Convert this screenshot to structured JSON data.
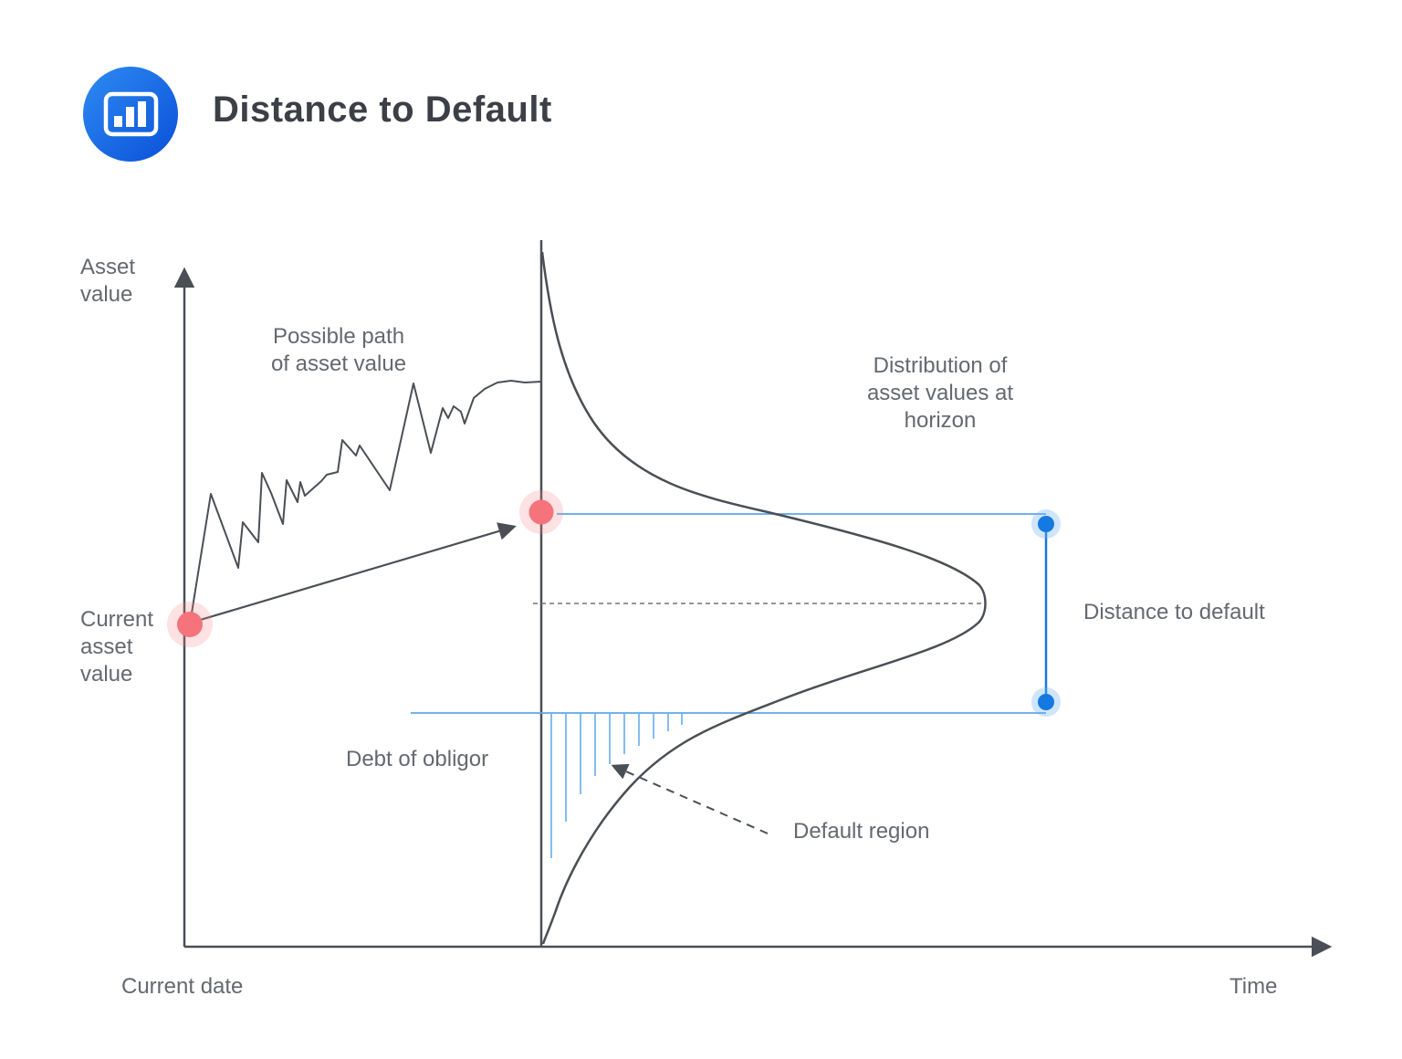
{
  "header": {
    "logo_icon": "bar-chart-icon",
    "title": "Distance to Default"
  },
  "diagram": {
    "type": "conceptual-credit-risk-diagram",
    "axes": {
      "y_label": "Asset\nvalue",
      "x_label": "Time",
      "origin_label": "Current date"
    },
    "annotations": {
      "possible_path": "Possible path\nof asset value",
      "distribution": "Distribution of\nasset values at\nhorizon",
      "current_asset_value": "Current\nasset\nvalue",
      "debt_of_obligor": "Debt of obligor",
      "distance_to_default": "Distance to default",
      "default_region": "Default region"
    },
    "markers": {
      "current_value_point": "red-dot-on-y-axis",
      "horizon_value_point": "red-dot-on-horizon-line",
      "distance_endpoints": "blue-dots-connected-by-vertical-line"
    }
  },
  "colors": {
    "ink": "#4a4f55",
    "text-gray": "#63696f",
    "title": "#3b4046",
    "blue": "#1579e2",
    "blue-light": "#5ba7ea",
    "blue-halo": "rgba(110,175,240,0.32)",
    "red": "#f5737a",
    "red-halo": "rgba(246,130,136,0.24)",
    "logo-blue-1": "#2e8bf2",
    "logo-blue-2": "#0a4fd8"
  }
}
